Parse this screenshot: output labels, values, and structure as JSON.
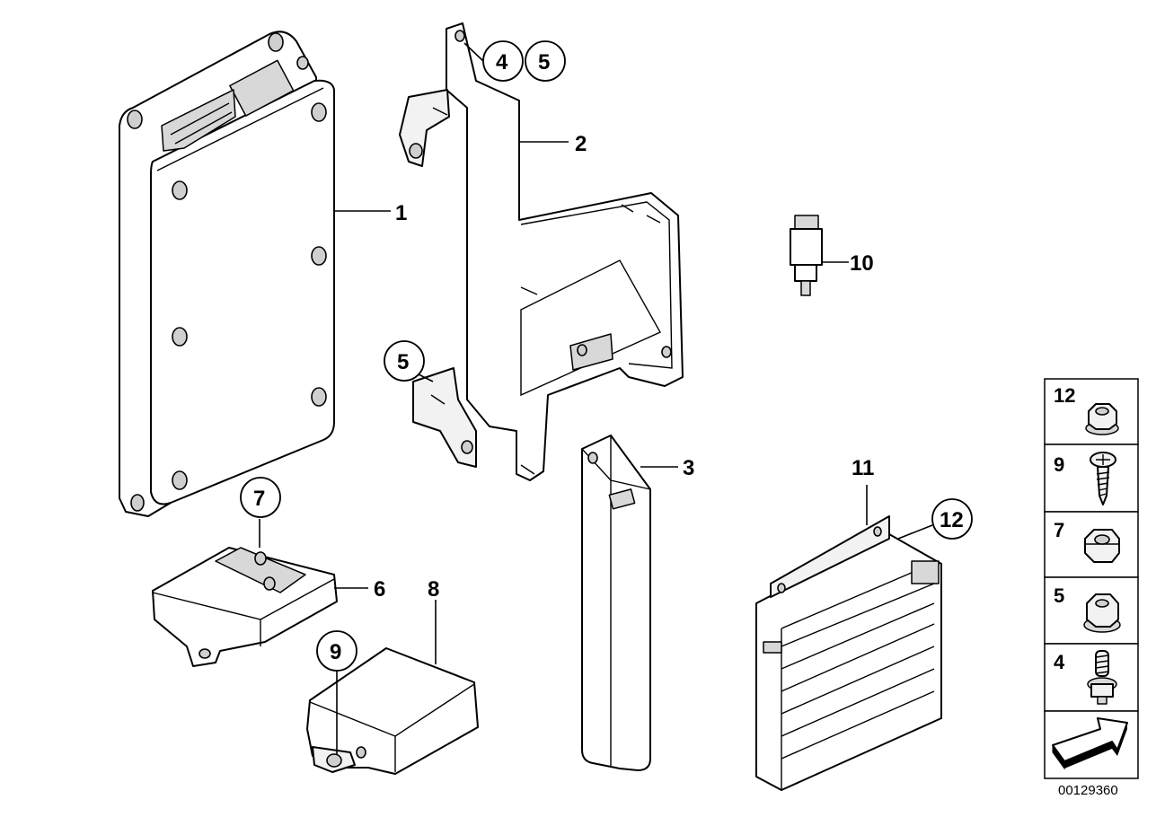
{
  "callouts": {
    "c1": "1",
    "c2": "2",
    "c3": "3",
    "c4": "4",
    "c5a": "5",
    "c5b": "5",
    "c6": "6",
    "c7": "7",
    "c8": "8",
    "c9": "9",
    "c10": "10",
    "c11": "11",
    "c12": "12"
  },
  "legend": {
    "items": [
      "12",
      "9",
      "7",
      "5",
      "4"
    ],
    "icons": [
      "flange-nut-icon",
      "self-tapping-screw-icon",
      "hex-nut-icon",
      "collar-nut-icon",
      "stud-bolt-icon"
    ],
    "nav_icon": "arrow-icon"
  },
  "document_number": "00129360"
}
